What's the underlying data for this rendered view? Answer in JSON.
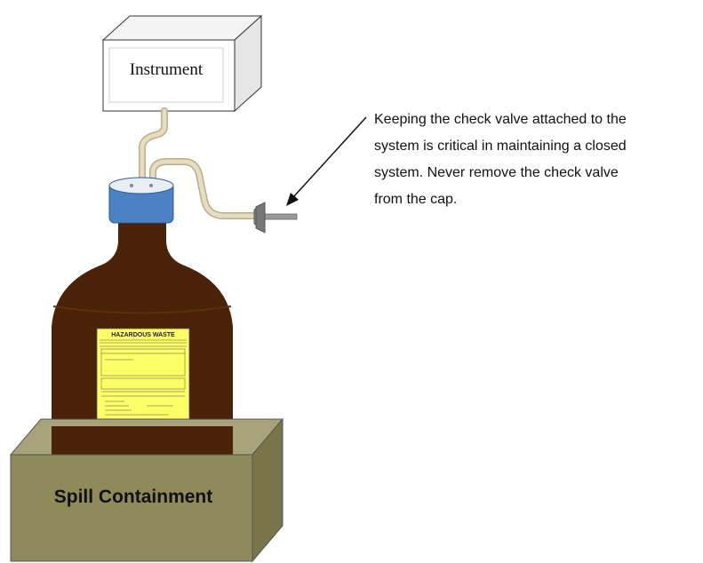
{
  "instrument": {
    "label": "Instrument"
  },
  "callout": {
    "text": "Keeping the check valve attached to the\nsystem is critical in maintaining a closed\nsystem.  Never remove the check valve\nfrom the cap."
  },
  "waste_label": {
    "title": "HAZARDOUS WASTE",
    "colors": {
      "label_fill": "#ffff66",
      "label_lines": "#444444"
    }
  },
  "containment": {
    "label": "Spill Containment"
  },
  "colors": {
    "bottle_body": "#4a2208",
    "bottle_shoulder": "#4f2609",
    "cap": "#4b82c4",
    "tubing": "#e6dcc0",
    "valve": "#8a8a8a",
    "containment_front": "#8e8a5a",
    "containment_side": "#79744a",
    "containment_top": "#a8a27a"
  }
}
